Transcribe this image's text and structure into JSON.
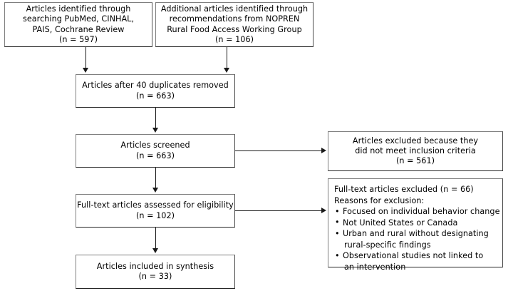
{
  "diagram": {
    "type": "prisma-flow-diagram",
    "boxes": {
      "identified_database": {
        "lines": [
          "Articles identified through",
          "searching PubMed, CINHAL,",
          "PAIS, Cochrane Review",
          "(n = 597)"
        ]
      },
      "identified_other": {
        "lines": [
          "Additional articles identified through",
          "recommendations from NOPREN",
          "Rural Food Access Working Group",
          "(n = 106)"
        ]
      },
      "after_duplicates": {
        "lines": [
          "Articles after 40 duplicates removed",
          "(n = 663)"
        ]
      },
      "screened": {
        "lines": [
          "Articles screened",
          "(n = 663)"
        ]
      },
      "screened_excluded": {
        "lines": [
          "Articles excluded because they",
          "did not meet inclusion criteria",
          "(n = 561)"
        ]
      },
      "fulltext_assessed": {
        "lines": [
          "Full-text articles assessed for eligibility",
          "(n = 102)"
        ]
      },
      "fulltext_excluded": {
        "heading": "Full-text articles excluded (n = 66)",
        "subheading": "Reasons for exclusion:",
        "reasons": [
          {
            "main": "Focused on individual behavior change",
            "cont": ""
          },
          {
            "main": "Not United States or Canada",
            "cont": ""
          },
          {
            "main": "Urban and rural without designating",
            "cont": "rural-specific findings"
          },
          {
            "main": "Observational studies not linked to",
            "cont": "an intervention"
          }
        ]
      },
      "included_synthesis": {
        "lines": [
          "Articles included in synthesis",
          "(n = 33)"
        ]
      }
    },
    "colors": {
      "box_border": "#7f7f7f",
      "connector": "#1a1a1a",
      "background": "#ffffff",
      "text": "#000000"
    }
  }
}
